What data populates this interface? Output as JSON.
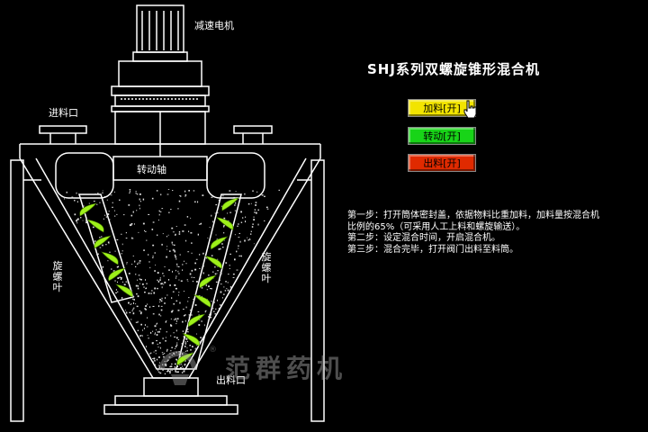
{
  "labels": {
    "motor": "减速电机",
    "inlet": "进料口",
    "shaft": "转动轴",
    "screw_left": "旋螺叶",
    "screw_right": "旋螺叶",
    "outlet": "出料口"
  },
  "title": "SHJ系列双螺旋锥形混合机",
  "buttons": {
    "feed": "加料[开]",
    "rotate": "转动[开]",
    "discharge": "出料[开]"
  },
  "steps": {
    "line1": "第一步：打开筒体密封盖，依据物料比重加料，加料量按混合机",
    "line2": "比例的65%（可采用人工上料和螺旋输送）。",
    "line3": "第二步：设定混合时间，开启混合机。",
    "line4": "第三步：混合完毕，打开阀门出料至料筒。"
  },
  "watermark": {
    "text": "范群药机",
    "registered": "®"
  },
  "colors": {
    "frame": "#ffffff",
    "screw": "#9ef01a",
    "feed_button": "#f2e400",
    "rotate_button": "#18d418",
    "discharge_button": "#e02a00"
  },
  "icons": [
    "pointer-hand-icon",
    "brand-logo-icon"
  ]
}
